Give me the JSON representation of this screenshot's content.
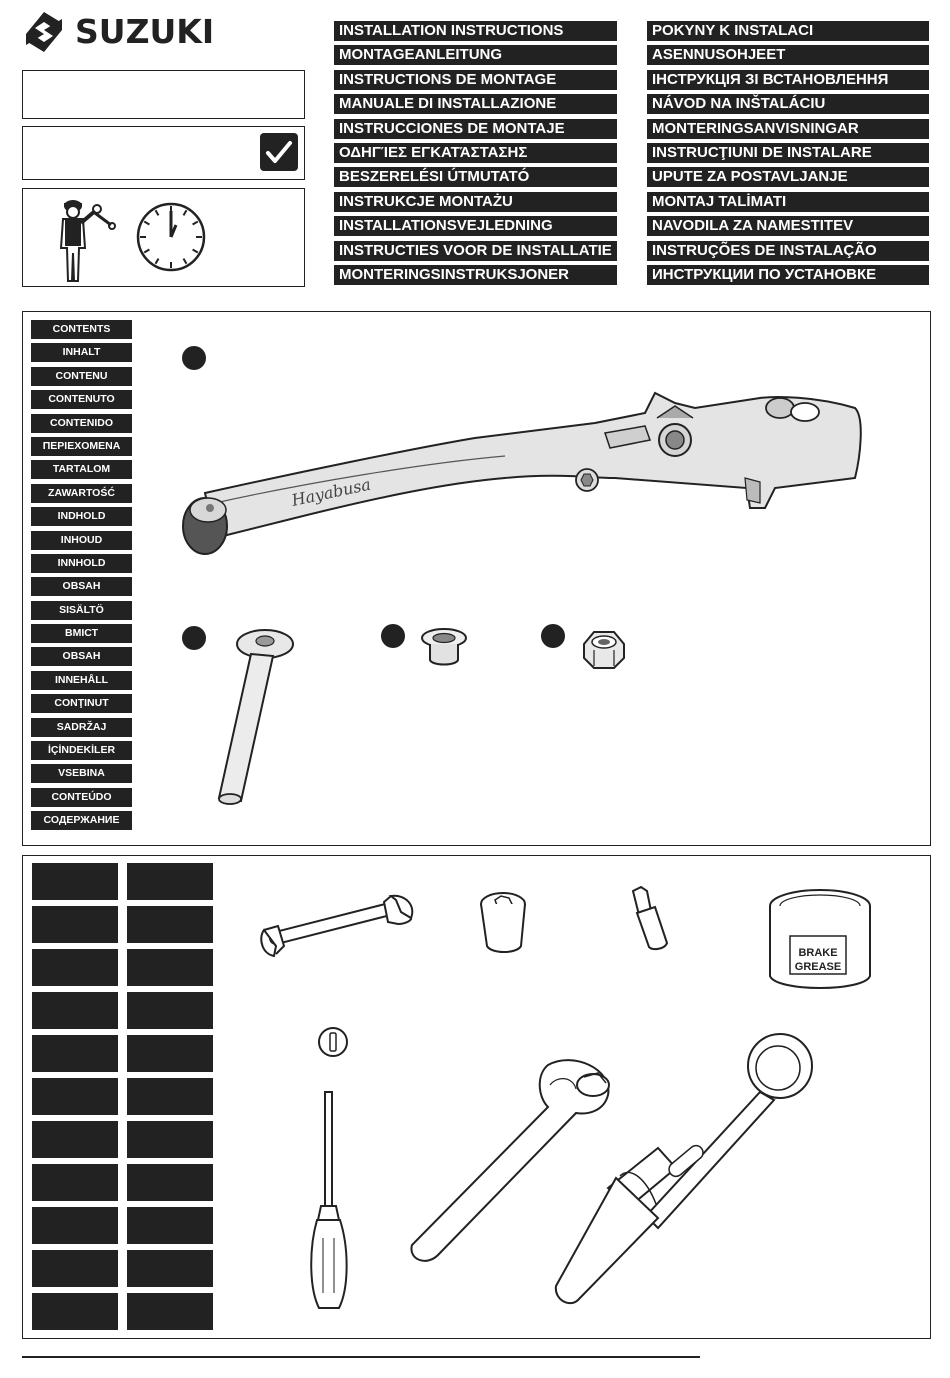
{
  "brand": {
    "name": "SUZUKI"
  },
  "installation_titles_left": [
    "INSTALLATION INSTRUCTIONS",
    "MONTAGEANLEITUNG",
    "INSTRUCTIONS DE MONTAGE",
    "MANUALE DI INSTALLAZIONE",
    "INSTRUCCIONES DE MONTAJE",
    "ΟΔΗΓΊΕΣ ΕΓΚΑΤΆΣΤΑΣΗΣ",
    "BESZERELÉSI ÚTMUTATÓ",
    "INSTRUKCJE MONTAŻU",
    "INSTALLATIONSVEJLEDNING",
    "INSTRUCTIES VOOR DE INSTALLATIE",
    "MONTERINGSINSTRUKSJONER"
  ],
  "installation_titles_right": [
    "POKYNY K INSTALACI",
    "ASENNUSOHJEET",
    "ІНСТРУКЦІЯ ЗІ ВСТАНОВЛЕННЯ",
    "NÁVOD NA INŠTALÁCIU",
    "MONTERINGSANVISNINGAR",
    "INSTRUCŢIUNI DE INSTALARE",
    "UPUTE ZA POSTAVLJANJE",
    "MONTAJ TALİMATI",
    "NAVODILA ZA NAMESTITEV",
    "INSTRUÇÕES DE INSTALAÇÃO",
    "ИНСТРУКЦИИ ПО УСТАНОВКЕ"
  ],
  "contents_labels": [
    "CONTENTS",
    "INHALT",
    "CONTENU",
    "CONTENUTO",
    "CONTENIDO",
    "ΠΕΡΙΕΧΟΜΕΝΑ",
    "TARTALOM",
    "ZAWARTOŚĆ",
    "INDHOLD",
    "INHOUD",
    "INNHOLD",
    "OBSAH",
    "SISÄLTÖ",
    "ВМІСТ",
    "OBSAH",
    "INNEHÅLL",
    "CONŢINUT",
    "SADRŽAJ",
    "İÇİNDEKİLER",
    "VSEBINA",
    "CONTEÚDO",
    "СОДЕРЖАНИЕ"
  ],
  "grease_label": {
    "line1": "BRAKE",
    "line2": "GREASE"
  },
  "lever_brand": "Hayabusa",
  "icons": {
    "logo": "suzuki-s-logo",
    "check": "checkmark-icon",
    "mechanic": "mechanic-icon",
    "clock": "clock-icon"
  },
  "colors": {
    "ink": "#222222",
    "paper": "#ffffff"
  }
}
